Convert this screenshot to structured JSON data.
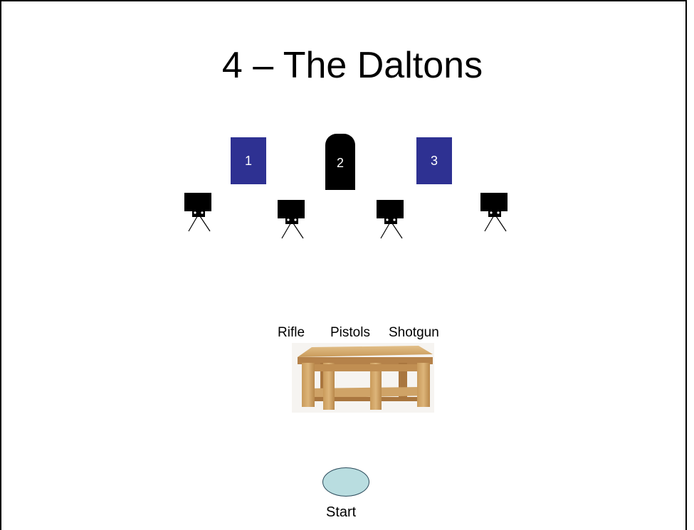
{
  "title": "4 – The Daltons",
  "targets": [
    {
      "label": "1",
      "kind": "paper",
      "color": "#2e3192"
    },
    {
      "label": "2",
      "kind": "popper",
      "color": "#000000"
    },
    {
      "label": "3",
      "kind": "paper",
      "color": "#2e3192"
    }
  ],
  "stands_count": 4,
  "table": {
    "labels": [
      "Rifle",
      "Pistols",
      "Shotgun"
    ]
  },
  "start": {
    "label": "Start",
    "color": "#b9dde0"
  }
}
